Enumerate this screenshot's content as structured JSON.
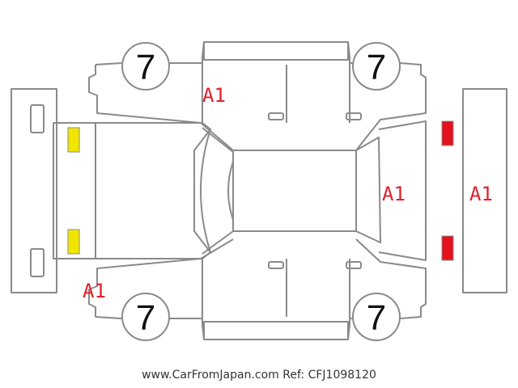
{
  "tire_grade": "7",
  "damage_code": "A1",
  "footer": {
    "site": "www.CarFromJapan.com",
    "ref": "Ref: CFJ1098120"
  },
  "colors": {
    "outline": "#8a8a8a",
    "damage_text": "#e0202a",
    "front_lights": "#f2e600",
    "rear_lights": "#e3121c"
  }
}
